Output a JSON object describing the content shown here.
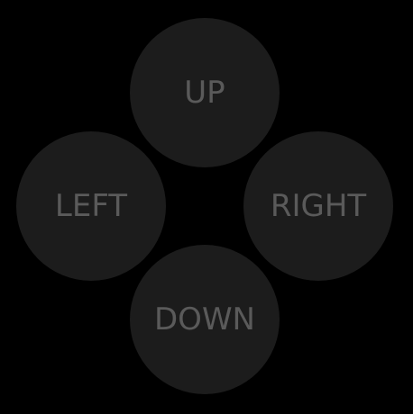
{
  "dpad": {
    "up_label": "UP",
    "left_label": "LEFT",
    "right_label": "RIGHT",
    "down_label": "DOWN"
  },
  "colors": {
    "background": "#000000",
    "button_fill": "#1c1c1c",
    "label_text": "#5a5a5a"
  }
}
